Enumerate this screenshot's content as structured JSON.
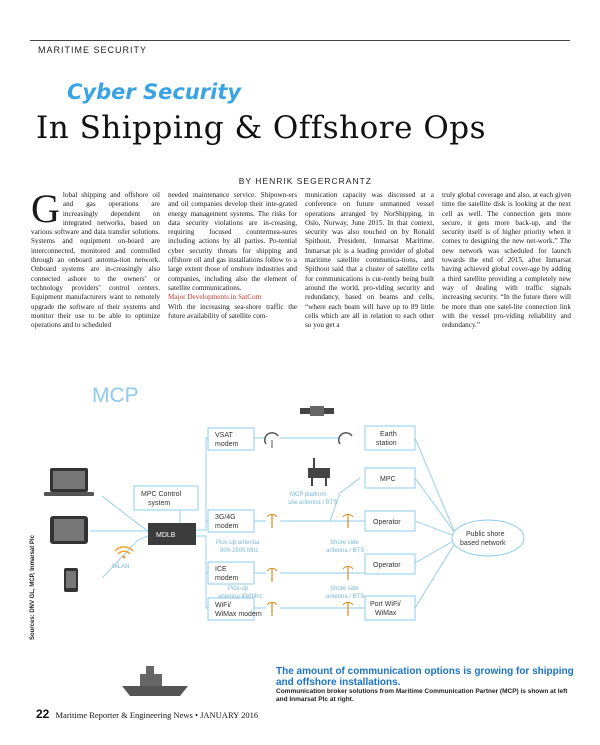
{
  "section": "MARITIME SECURITY",
  "kicker": "Cyber Security",
  "headline": "In Shipping & Offshore Ops",
  "byline": "BY HENRIK SEGERCRANTZ",
  "article": {
    "drop_cap": "G",
    "col1": "lobal shipping and offshore oil and gas operations are increasingly dependent on integrated networks, based on various software and data transfer solutions. Systems and equipment on-board are interconnected, monitored and controlled through an onboard automa-tion network. Onboard systems are in-creasingly also connected ashore to the owners’ or technology providers’ control centers. Equipment manufacturers want to remotely upgrade the software of their systems and monitor their use to be able to optimize operations and to scheduled",
    "col2a": "needed maintenance service. Shipown-ers and oil companies develop their inte-grated energy management systems. The risks for data security violations are in-creasing, requiring focused countermea-sures including actions by all parties. Po-tential cyber security threats for shipping and offshore oil and gas installations follow to a large extent those of onshore industries and companies, including also the element of satellite communications.",
    "subhead": "Major Developments in SatCom",
    "col2b": "With the increasing sea-shore traffic the future availability of satellite com-",
    "col3": "munication capacity was discussed at a conference on future unmanned vessel operations arranged by NorShipping, in Oslo, Norway, June 2015. In that context, security was also touched on by Ronald Spithout, President, Inmarsat Maritime. Inmarsat plc is a leading provider of global maritime satellite communica-tions, and Spithout said that a cluster of satellite cells for communications is cur-rently being built around the world, pro-viding security and redundancy, based on beams and cells, “where each beam will have up to 89 little cells which are all in relation to each other so you get a",
    "col4": "truly global coverage and also, at each given time the satellite disk is looking at the next cell as well. The connection gets more secure, it gets more back-up, and the security itself is of higher priority when it comes to designing the new net-work.” The new network was scheduled for launch towards the end of 2015, after Inmarsat having achieved global cover-age by adding a third satellite providing a completely new way of dealing with traffic signals increasing security. “In the future there will be more than one satel-lite connection link with the vessel pro-viding reliability and redundancy.”"
  },
  "diagram": {
    "title": "MCP",
    "mdlb": "MDLB",
    "wlan": "WLAN",
    "mpc_control_1": "MPC Control",
    "mpc_control_2": "system",
    "vsat_1": "VSAT",
    "vsat_2": "modem",
    "earth_1": "Earth",
    "earth_2": "station",
    "g34_1": "3G/4G",
    "g34_2": "modem",
    "ice_1": "ICE",
    "ice_2": "modem",
    "wifi_1": "WiFi/",
    "wifi_2": "WiMax modem",
    "mpc": "MPC",
    "operator1": "Operator",
    "operator2": "Operator",
    "portwifi_1": "Port WiFi/",
    "portwifi_2": "WiMax",
    "public_1": "Public shore",
    "public_2": "based network",
    "platform_1": "MCP platform",
    "platform_2": "site antenna / BTS",
    "pickup1_1": "Pick-up antenna",
    "pickup1_2": "900-2500 Mhz",
    "shore1_1": "Shore side",
    "shore1_2": "antenna / BTS",
    "pickup2_1": "Pick-up",
    "pickup2_2": "antenna 450Mhz",
    "shore2_1": "Shore side",
    "shore2_2": "antenna / BTS"
  },
  "sources": "Sources: DNV GL, MCP, Inmarsat Plc",
  "caption": {
    "title": "The amount of communication options is growing for shipping and offshore installations.",
    "text": "Communication broker solutions from Maritime Communication Partner (MCP) is shown at left and Inmarsat Plc at right."
  },
  "footer": {
    "page": "22",
    "pub": "Maritime Reporter & Engineering News • JANUARY 2016"
  },
  "colors": {
    "accent": "#3aa3e3",
    "subhead": "#c0392b",
    "diagram_line": "#8ecbeb"
  }
}
